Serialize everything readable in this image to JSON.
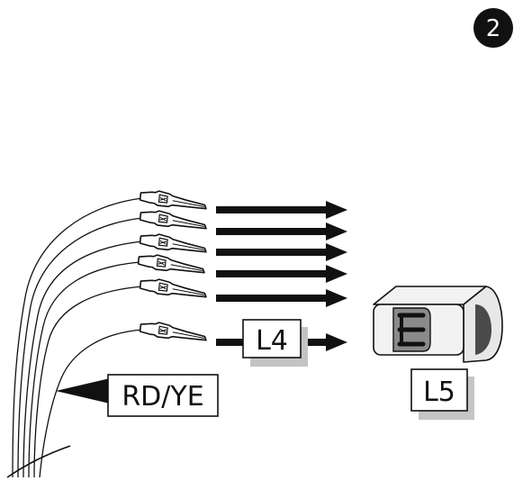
{
  "step_badge": {
    "number": "2"
  },
  "labels": {
    "wire_color": "RD/YE",
    "connection_l4": "L4",
    "connector_l5": "L5"
  },
  "colors": {
    "ink": "#111111",
    "shadow": "#c4c4c4",
    "connector_body": "#f2f2f2",
    "connector_latch": "#8a8a8a"
  }
}
